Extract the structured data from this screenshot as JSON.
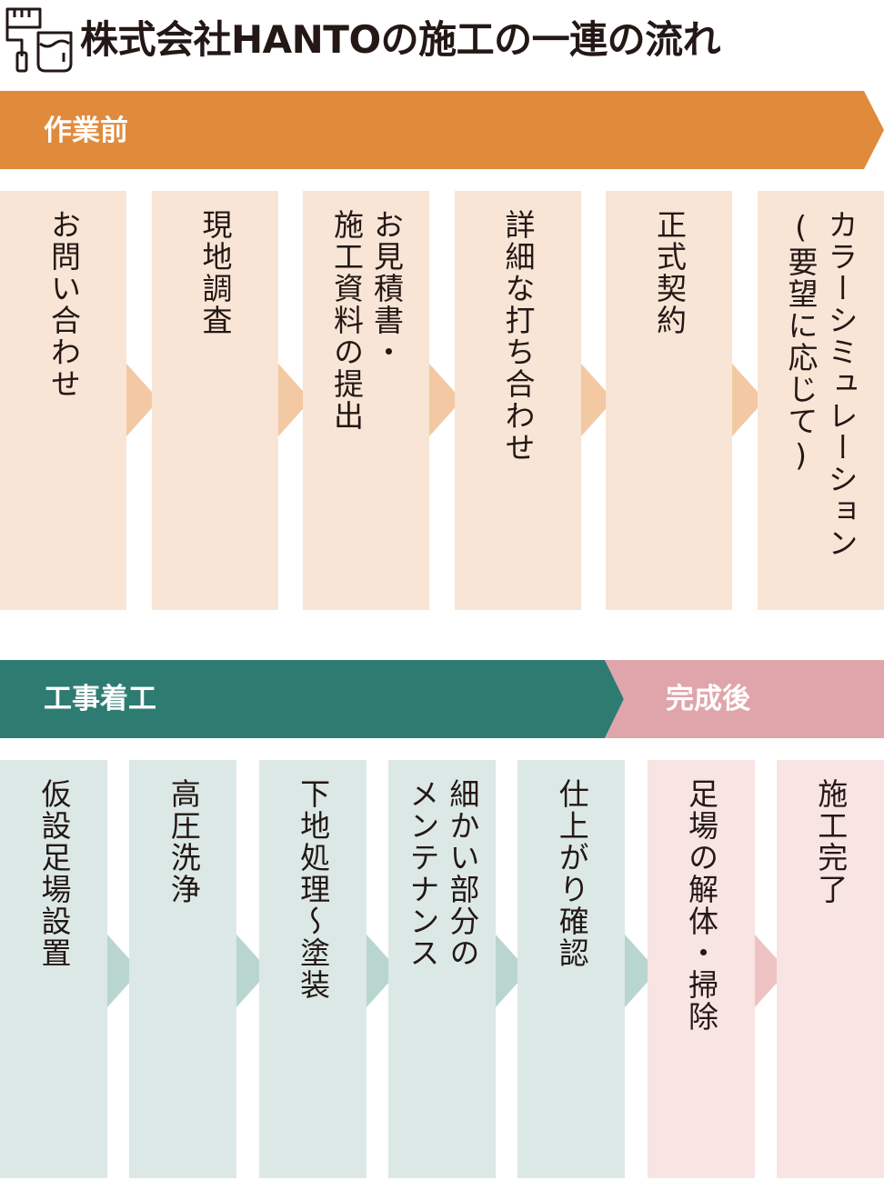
{
  "header": {
    "title": "株式会社HANTOの施工の一連の流れ",
    "logo_icon": "paint-brush-and-bucket-icon"
  },
  "sections": {
    "before": {
      "label": "作業前"
    },
    "construction": {
      "label": "工事着工"
    },
    "after": {
      "label": "完成後"
    }
  },
  "colors": {
    "orange_banner": "#E08B3C",
    "orange_card": "#F8E5D6",
    "orange_chevron": "#F3C9A3",
    "teal_banner": "#2E7B72",
    "teal_card": "#DCE8E5",
    "teal_chevron": "#B8D6CF",
    "pink_banner": "#DFA5AA",
    "pink_card": "#F7E4E3",
    "pink_chevron": "#EFC3C4"
  },
  "steps_before": [
    {
      "lines": "お問い合わせ"
    },
    {
      "lines": "現地調査"
    },
    {
      "lines": "お見積書・\n施工資料の提出"
    },
    {
      "lines": "詳細な打ち合わせ"
    },
    {
      "lines": "正式契約"
    },
    {
      "lines": "カラーシミュレーション\n(要望に応じて)"
    }
  ],
  "steps_construction": [
    {
      "lines": "仮設足場設置",
      "group": "teal"
    },
    {
      "lines": "高圧洗浄",
      "group": "teal"
    },
    {
      "lines": "下地処理〜塗装",
      "group": "teal"
    },
    {
      "lines": "細かい部分の\nメンテナンス",
      "group": "teal"
    },
    {
      "lines": "仕上がり確認",
      "group": "teal"
    },
    {
      "lines": "足場の解体・掃除",
      "group": "pink"
    },
    {
      "lines": "施工完了",
      "group": "pink"
    }
  ]
}
